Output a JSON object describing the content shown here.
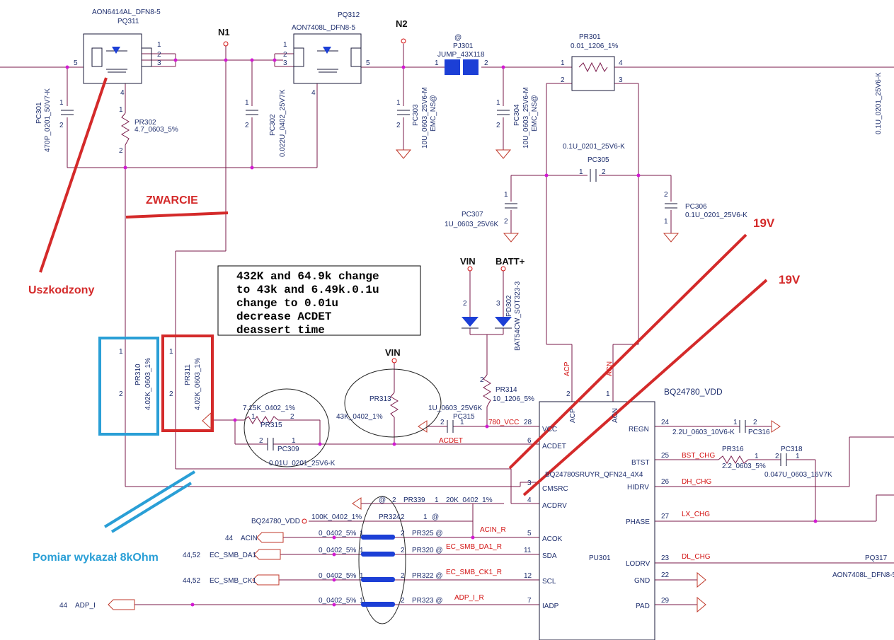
{
  "nets": {
    "n1": "N1",
    "n2": "N2",
    "vin_top": "VIN",
    "batt": "BATT+",
    "vin_mid": "VIN",
    "bq_vdd": "BQ24780_VDD",
    "bq_vdd2": "BQ24780_VDD",
    "acdet": "ACDET",
    "vcc780": "780_VCC",
    "acin_r": "ACIN_R",
    "smb_da1_r": "EC_SMB_DA1_R",
    "smb_ck1_r": "EC_SMB_CK1_R",
    "adp_i_r": "ADP_I_R",
    "bst_chg": "BST_CHG",
    "dh_chg": "DH_CHG",
    "lx_chg": "LX_CHG",
    "dl_chg": "DL_CHG",
    "acp": "ACP",
    "acn": "ACN"
  },
  "parts": {
    "pq311_val": "AON6414AL_DFN8-5",
    "pq311_ref": "PQ311",
    "pq312_ref": "PQ312",
    "pq312_val": "AON7408L_DFN8-5",
    "pj301_at": "@",
    "pj301_ref": "PJ301",
    "pj301_val": "JUMP_43X118",
    "pr301_ref": "PR301",
    "pr301_val": "0.01_1206_1%",
    "pc301": "PC301",
    "pc301_val": "470P_0201_50V7-K",
    "pr302": "PR302",
    "pr302_val": "4.7_0603_5%",
    "pc302": "PC302",
    "pc302_val": "0.022U_0402_25V7K",
    "pc303": "PC303",
    "pc303_val": "10U_0603_25V6-M",
    "pc303_ns": "EMC_NS@",
    "pc304": "PC304",
    "pc304_val": "10U_0603_25V6-M",
    "pc304_ns": "EMC_NS@",
    "pc305_val": "0.1U_0201_25V6-K",
    "pc305": "PC305",
    "pc306": "PC306",
    "pc306_val": "0.1U_0201_25V6-K",
    "pc307": "PC307",
    "pc307_val": "1U_0603_25V6K",
    "right_cap_val": "0.1U_0201_25V6-K",
    "pd302": "PD302",
    "pd302_val": "BAT54CW_SOT323-3",
    "pr314": "PR314",
    "pr314_val": "10_1206_5%",
    "pc315_val": "1U_0603_25V6K",
    "pc315": "PC315",
    "pr310": "PR310",
    "pr310_val": "4.02K_0603_1%",
    "pr311": "PR311",
    "pr311_val": "4.02K_0603_1%",
    "pr315_val": "7.15K_0402_1%",
    "pr315": "PR315",
    "pc309": "PC309",
    "pc309_val": "0.01U_0201_25V6-K",
    "pr313": "PR313",
    "pr313_val": "43K_0402_1%",
    "pr339_at": "@",
    "pr339": "PR339",
    "pr339_val": "20K_0402_1%",
    "pr324_val": "100K_0402_1%",
    "pr324": "PR324",
    "pr324_at": "@",
    "pr325_val": "0_0402_5%",
    "pr325": "PR325 @",
    "pr320_val": "0_0402_5%",
    "pr320": "PR320 @",
    "pr322_val": "0_0402_5%",
    "pr322": "PR322 @",
    "pr323_val": "0_0402_5%",
    "pr323": "PR323 @",
    "pc316_val": "2.2U_0603_10V6-K",
    "pc316": "PC316",
    "pr316": "PR316",
    "pr316_val": "2.2_0603_5%",
    "pc318": "PC318",
    "pc318_val": "0.047U_0603_16V7K",
    "pq317": "PQ317",
    "pq317_val": "AON7408L_DFN8-5"
  },
  "ic": {
    "ref": "PU301",
    "part": "BQ24780SRUYR_QFN24_4X4",
    "pins": {
      "vcc": "VCC",
      "vcc_n": "28",
      "acdet": "ACDET",
      "acdet_n": "6",
      "cmsrc": "CMSRC",
      "cmsrc_n": "3",
      "acdrv": "ACDRV",
      "acdrv_n": "4",
      "acok": "ACOK",
      "acok_n": "5",
      "sda": "SDA",
      "sda_n": "11",
      "scl": "SCL",
      "scl_n": "12",
      "iadp": "IADP",
      "iadp_n": "7",
      "acp": "ACP",
      "acp_n": "2",
      "acn": "ACN",
      "acn_n": "1",
      "regn": "REGN",
      "regn_n": "24",
      "btst": "BTST",
      "btst_n": "25",
      "hidrv": "HIDRV",
      "hidrv_n": "26",
      "phase": "PHASE",
      "phase_n": "27",
      "lodrv": "LODRV",
      "lodrv_n": "23",
      "gnd": "GND",
      "gnd_n": "22",
      "pad": "PAD",
      "pad_n": "29"
    }
  },
  "connectors": {
    "acin": "ACIN",
    "acin_n": "44",
    "smb_da1": "EC_SMB_DA1",
    "smb_da1_n": "44,52",
    "smb_ck1": "EC_SMB_CK1",
    "smb_ck1_n": "44,52",
    "adp_i": "ADP_I",
    "adp_i_n": "44"
  },
  "annotations": {
    "zwarcie": "ZWARCIE",
    "uszkodzony": "Uszkodzony",
    "v19a": "19V",
    "v19b": "19V",
    "pomiar": "Pomiar wykazał 8kOhm",
    "note": [
      "432K and 64.9k change",
      "to 43k and 6.49k.0.1u",
      "change to 0.01u",
      "decrease ACDET",
      "deassert time"
    ]
  },
  "colors": {
    "wire": "#7a1a4a",
    "text": "#1f2f6e",
    "net_label": "#d21010",
    "annotation_red": "#d42a2a",
    "annotation_cyan": "#2a9fd6",
    "jumper": "#1c3fd6",
    "junction": "#d21ad2"
  }
}
